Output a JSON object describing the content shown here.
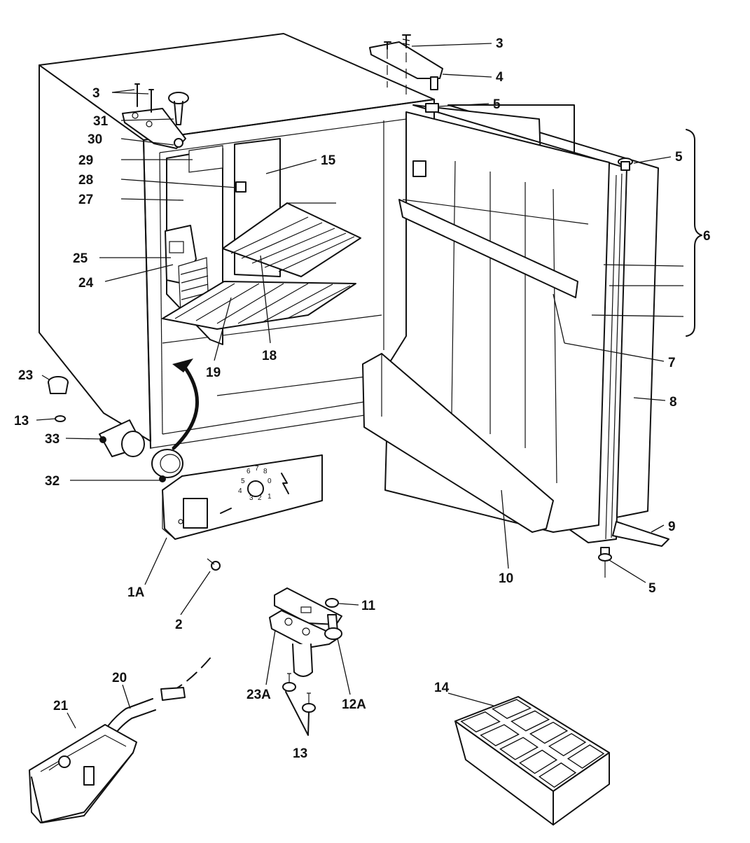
{
  "callouts": [
    {
      "id": "c3a",
      "text": "3"
    },
    {
      "id": "c4",
      "text": "4"
    },
    {
      "id": "c5a",
      "text": "5"
    },
    {
      "id": "c3b",
      "text": "3"
    },
    {
      "id": "c31",
      "text": "31"
    },
    {
      "id": "c30",
      "text": "30"
    },
    {
      "id": "c29",
      "text": "29"
    },
    {
      "id": "c28",
      "text": "28"
    },
    {
      "id": "c27",
      "text": "27"
    },
    {
      "id": "c15",
      "text": "15"
    },
    {
      "id": "c5b",
      "text": "5"
    },
    {
      "id": "c6",
      "text": "6"
    },
    {
      "id": "c25",
      "text": "25"
    },
    {
      "id": "c24",
      "text": "24"
    },
    {
      "id": "c19",
      "text": "19"
    },
    {
      "id": "c18",
      "text": "18"
    },
    {
      "id": "c7",
      "text": "7"
    },
    {
      "id": "c8",
      "text": "8"
    },
    {
      "id": "c23",
      "text": "23"
    },
    {
      "id": "c13a",
      "text": "13"
    },
    {
      "id": "c33",
      "text": "33"
    },
    {
      "id": "c32",
      "text": "32"
    },
    {
      "id": "c9",
      "text": "9"
    },
    {
      "id": "c10",
      "text": "10"
    },
    {
      "id": "c5c",
      "text": "5"
    },
    {
      "id": "c1A",
      "text": "1A"
    },
    {
      "id": "c2",
      "text": "2"
    },
    {
      "id": "c11",
      "text": "11"
    },
    {
      "id": "c20",
      "text": "20"
    },
    {
      "id": "c21",
      "text": "21"
    },
    {
      "id": "c23A",
      "text": "23A"
    },
    {
      "id": "c12A",
      "text": "12A"
    },
    {
      "id": "c13b",
      "text": "13"
    },
    {
      "id": "c14",
      "text": "14"
    }
  ],
  "dial_numbers": [
    "6",
    "7",
    "8",
    "5",
    "0",
    "4",
    "3",
    "2",
    "1"
  ],
  "colors": {
    "line": "#111111",
    "background": "#ffffff"
  }
}
